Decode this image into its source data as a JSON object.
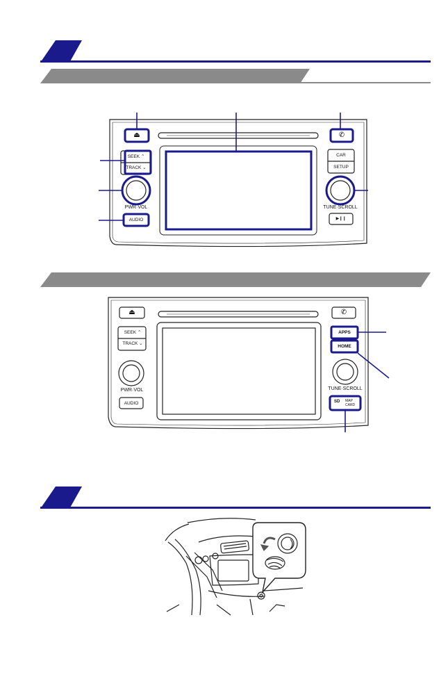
{
  "unit1": {
    "buttons": {
      "eject_icon": "eject-icon",
      "phone_icon": "phone-icon",
      "seek": "SEEK",
      "track": "TRACK",
      "pwr_vol": "PWR·VOL",
      "audio": "AUDIO",
      "car": "CAR",
      "setup": "SETUP",
      "tune_scroll": "TUNE·SCROLL",
      "play_pause": "▶❙❙"
    }
  },
  "unit2": {
    "buttons": {
      "seek": "SEEK",
      "track": "TRACK",
      "pwr_vol": "PWR·VOL",
      "audio": "AUDIO",
      "apps": "APPS",
      "home": "HOME",
      "tune_scroll": "TUNE·SCROLL",
      "map_card_line1": "MAP",
      "map_card_line2": "CARD",
      "sd_label": "SD"
    }
  },
  "colors": {
    "accent_blue": "#1a1a8c",
    "gray_band": "#8a8a8a",
    "line": "#222222"
  }
}
